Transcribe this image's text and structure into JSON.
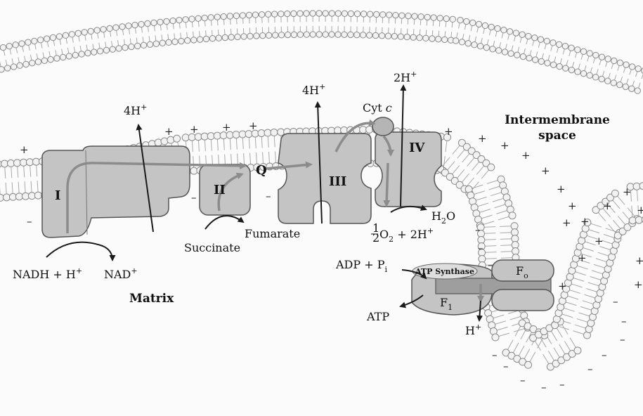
{
  "labels": {
    "complex_1": "I",
    "complex_2": "II",
    "complex_3": "III",
    "complex_4": "IV",
    "q": "Q",
    "cyt_c": "Cyt ",
    "cyt_c_italic": "c",
    "h_top_1": "4H",
    "h_top_2": "4H",
    "h_top_3": "2H",
    "plus_sup": "+",
    "nadh": "NADH + H",
    "nad": "NAD",
    "succinate": "Succinate",
    "fumarate": "Fumarate",
    "water_h": "H",
    "water_2": "2",
    "water_o": "O",
    "oxygen_half_num": "1",
    "oxygen_half_den": "2",
    "oxygen_o": "O",
    "oxygen_rest": " + 2H",
    "adp": "ADP + P",
    "adp_sub": "i",
    "atp": "ATP",
    "atp_synthase": "ATP Synthase",
    "f0": "F",
    "f0_sub": "o",
    "f1": "F",
    "f1_sub": "1",
    "h_out": "H",
    "matrix": "Matrix",
    "intermembrane_1": "Intermembrane",
    "intermembrane_2": "space"
  },
  "colors": {
    "protein_fill": "#c4c4c4",
    "protein_stroke": "#555555",
    "membrane_head": "#f2f2f2",
    "membrane_stroke": "#8a8a8a",
    "arrow_gray": "#8c8c8c",
    "arrow_dark": "#1a1a1a",
    "background": "#fbfbfb"
  }
}
